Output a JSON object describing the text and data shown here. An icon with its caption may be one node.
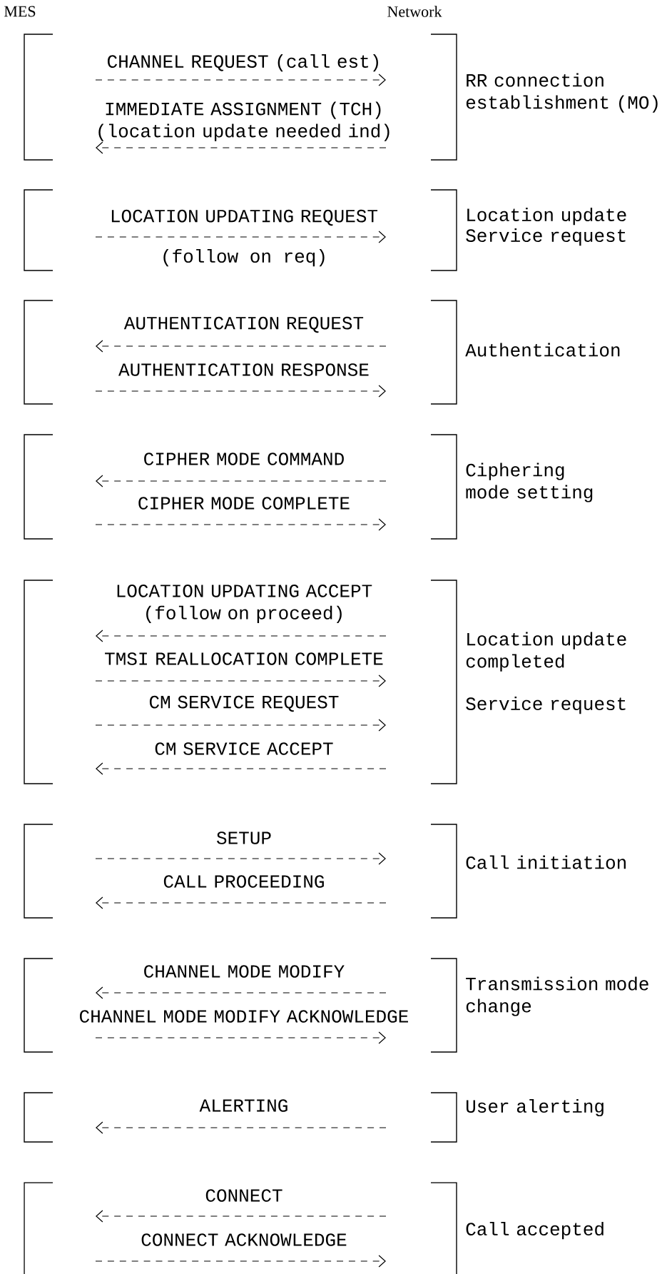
{
  "diagram": {
    "nodes": [
      {
        "text": [
          "RR connection establishment (MO)"
        ]
      },
      {
        "text": [
          "Location update",
          "Service request"
        ]
      },
      {
        "text": [
          "Authentication"
        ]
      },
      {
        "text": [
          "Ciphering mode setting"
        ]
      },
      {
        "text": [
          "Location update completed",
          "Service request"
        ]
      },
      {
        "text": [
          "Call initiation"
        ]
      },
      {
        "text": [
          "Transmission mode change"
        ]
      },
      {
        "text": [
          "User alerting"
        ]
      },
      {
        "text": [
          "Call accepted"
        ]
      }
    ],
    "labels": [
      "MES",
      "Network",
      "CHANNEL REQUEST (call est)",
      "IMMEDIATE ASSIGNMENT (TCH) (location update needed ind)",
      "LOCATION UPDATING REQUEST",
      "(follow on req)",
      "AUTHENTICATION REQUEST",
      "AUTHENTICATION RESPONSE",
      "CIPHER MODE COMMAND",
      "CIPHER MODE COMPLETE",
      "LOCATION UPDATING ACCEPT (follow on proceed)",
      "TMSI REALLOCATION COMPLETE",
      "CM SERVICE REQUEST",
      "CM SERVICE ACCEPT",
      "SETUP",
      "CALL PROCEEDING",
      "CHANNEL MODE MODIFY",
      "CHANNEL MODE MODIFY ACKNOWLEDGE",
      "ALERTING",
      "CONNECT",
      "CONNECT ACKNOWLEDGE"
    ]
  }
}
